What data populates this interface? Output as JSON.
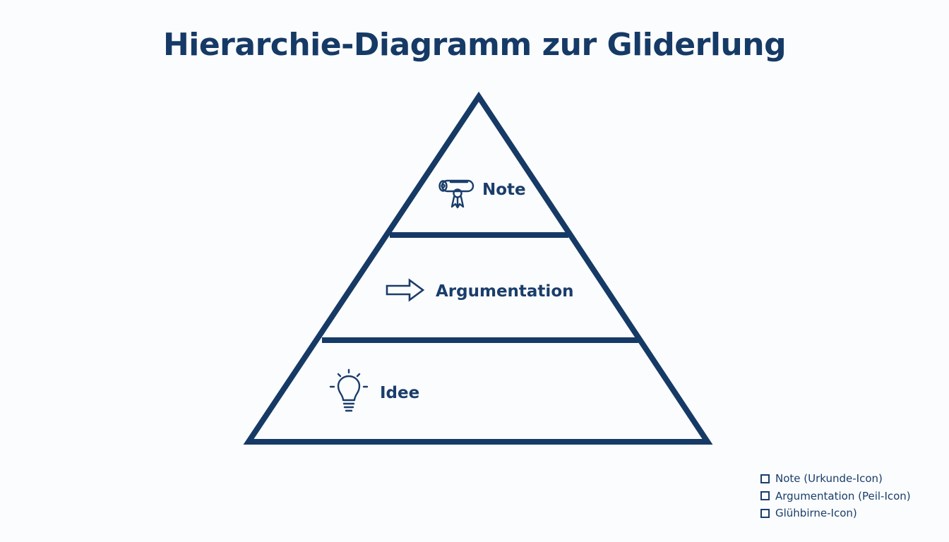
{
  "title": "Hierarchie-Diagramm zur Gliderlung",
  "colors": {
    "stroke": "#163a66",
    "text": "#1a3d6b",
    "background": "#fbfcfd"
  },
  "levels": [
    {
      "label": "Note",
      "icon": "diploma-scroll-icon"
    },
    {
      "label": "Argumentation",
      "icon": "arrow-right-icon"
    },
    {
      "label": "Idee",
      "icon": "lightbulb-icon"
    }
  ],
  "legend": {
    "items": [
      {
        "label": "Note (Urkunde-Icon)",
        "checked": false
      },
      {
        "label": "Argumentation (Peil-Icon)",
        "checked": false
      },
      {
        "label": "Glühbirne-Icon)",
        "checked": false
      }
    ]
  }
}
